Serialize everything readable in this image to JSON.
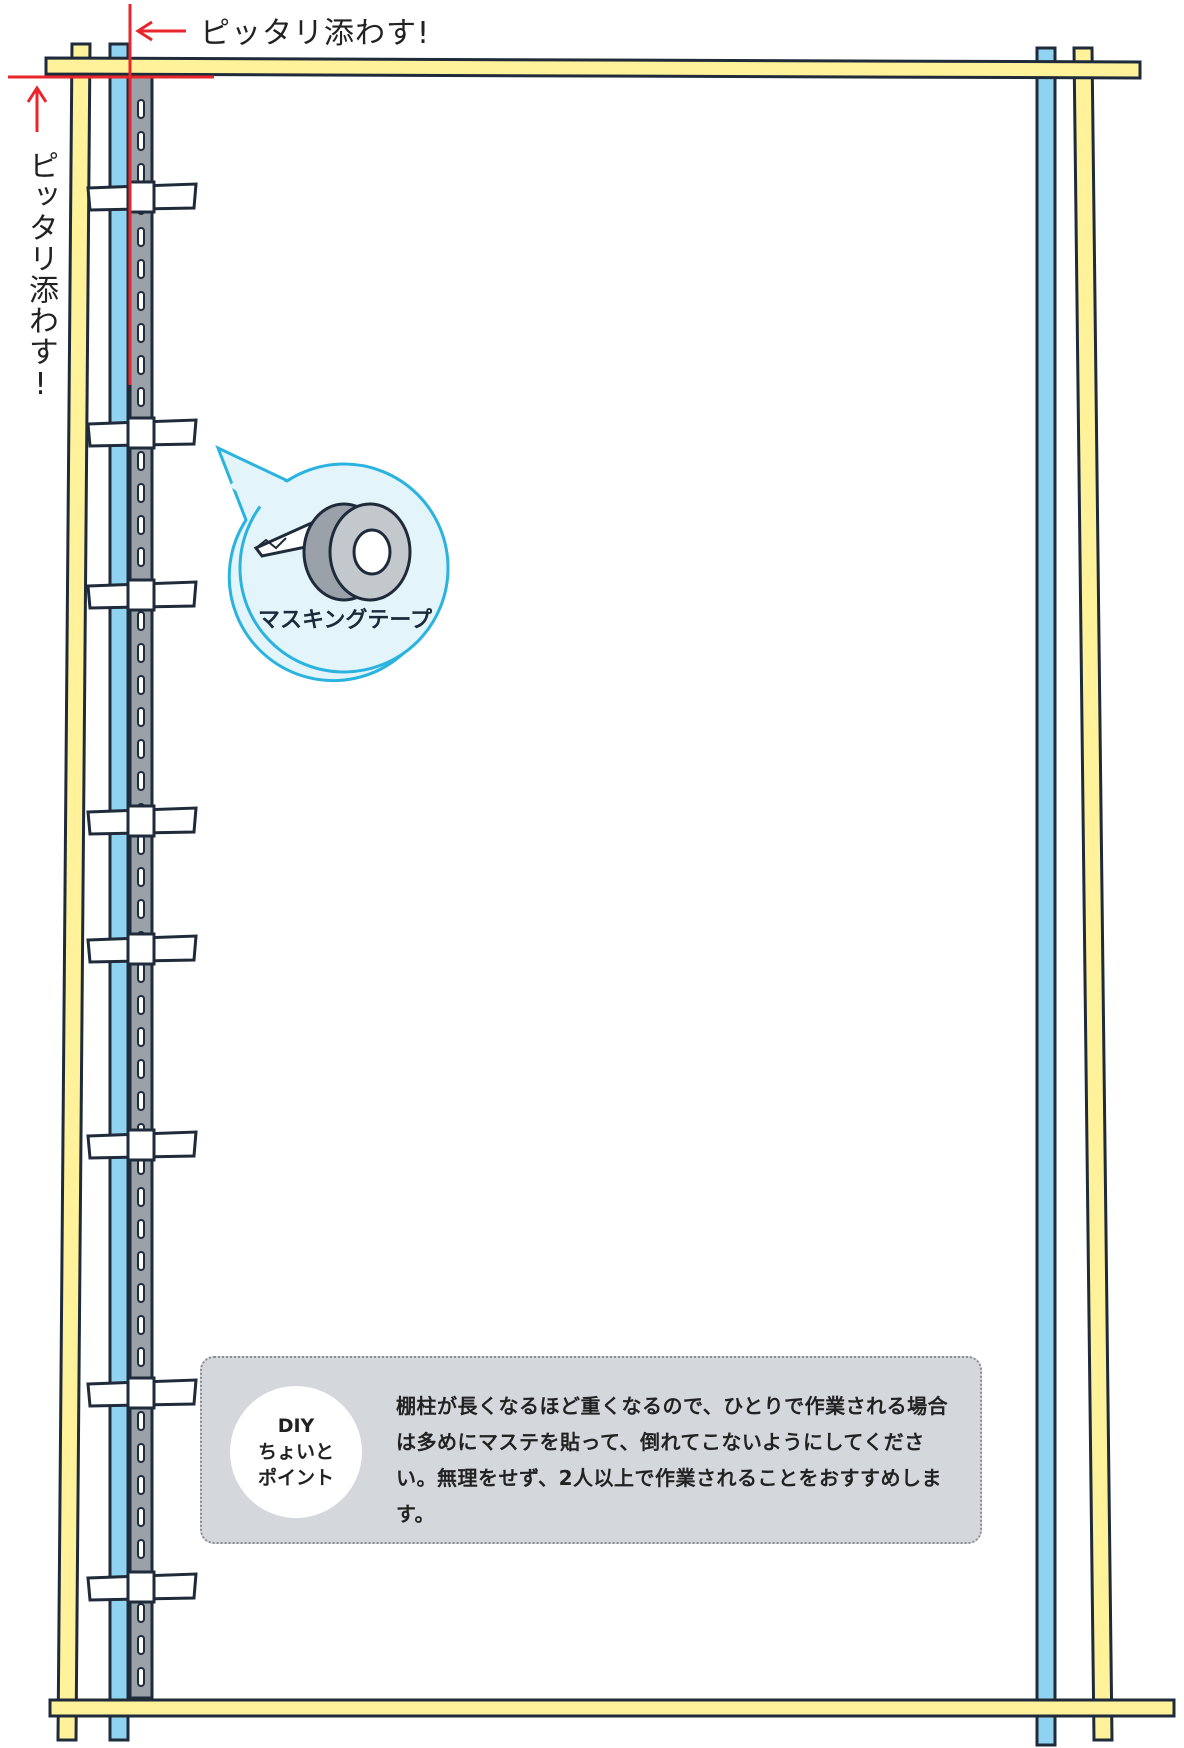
{
  "callouts": {
    "top": "ピッタリ添わす!",
    "side": "ピッタリ添わす!"
  },
  "tape": {
    "label": "マスキングテープ"
  },
  "tip": {
    "badge_line1": "DIY",
    "badge_line2": "ちょいと",
    "badge_line3": "ポイント",
    "text": "棚柱が長くなるほど重くなるので、ひとりで作業される場合は多めにマステを貼って、倒れてこないようにしてください。無理をせず、2人以上で作業されることをおすすめします。"
  },
  "colors": {
    "frame_yellow": "#fff29a",
    "frame_blue": "#8fd3f0",
    "rail_gray": "#9aa1a8",
    "outline": "#1f2b3a",
    "guide_red": "#e8262c",
    "bubble_fill": "#e3f4fa",
    "bubble_stroke": "#2bb3e0",
    "tip_bg": "#d4d7db"
  },
  "icons": {
    "tape_roll": "masking-tape-roll-icon",
    "arrow": "arrow-icon"
  }
}
